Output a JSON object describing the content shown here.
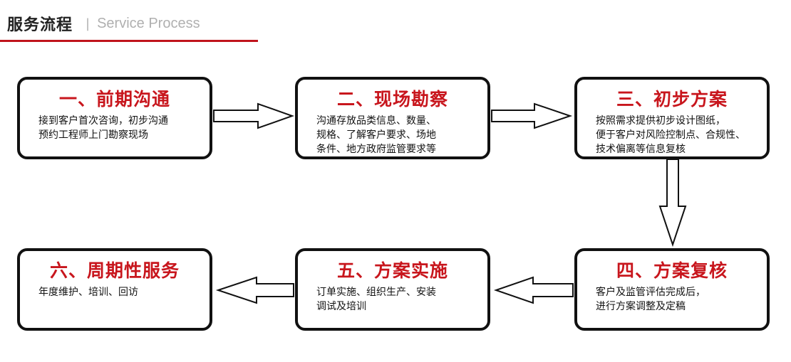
{
  "header": {
    "title": "服务流程",
    "separator": "|",
    "subtitle": "Service Process"
  },
  "colors": {
    "accent": "#c8161d",
    "border": "#111111",
    "rule": "#c0141c",
    "muted": "#b0b0b0"
  },
  "steps": [
    {
      "title": "一、前期沟通",
      "lines": [
        "接到客户首次咨询，初步沟通",
        "预约工程师上门勘察现场"
      ]
    },
    {
      "title": "二、现场勘察",
      "lines": [
        "沟通存放品类信息、数量、",
        "规格、了解客户要求、场地",
        "条件、地方政府监管要求等"
      ]
    },
    {
      "title": "三、初步方案",
      "lines": [
        "按照需求提供初步设计图纸，",
        "便于客户对风险控制点、合规性、",
        "技术偏离等信息复核"
      ]
    },
    {
      "title": "四、方案复核",
      "lines": [
        "客户及监管评估完成后，",
        "进行方案调整及定稿"
      ]
    },
    {
      "title": "五、方案实施",
      "lines": [
        "订单实施、组织生产、安装",
        "调试及培训"
      ]
    },
    {
      "title": "六、周期性服务",
      "lines": [
        "年度维护、培训、回访"
      ]
    }
  ]
}
